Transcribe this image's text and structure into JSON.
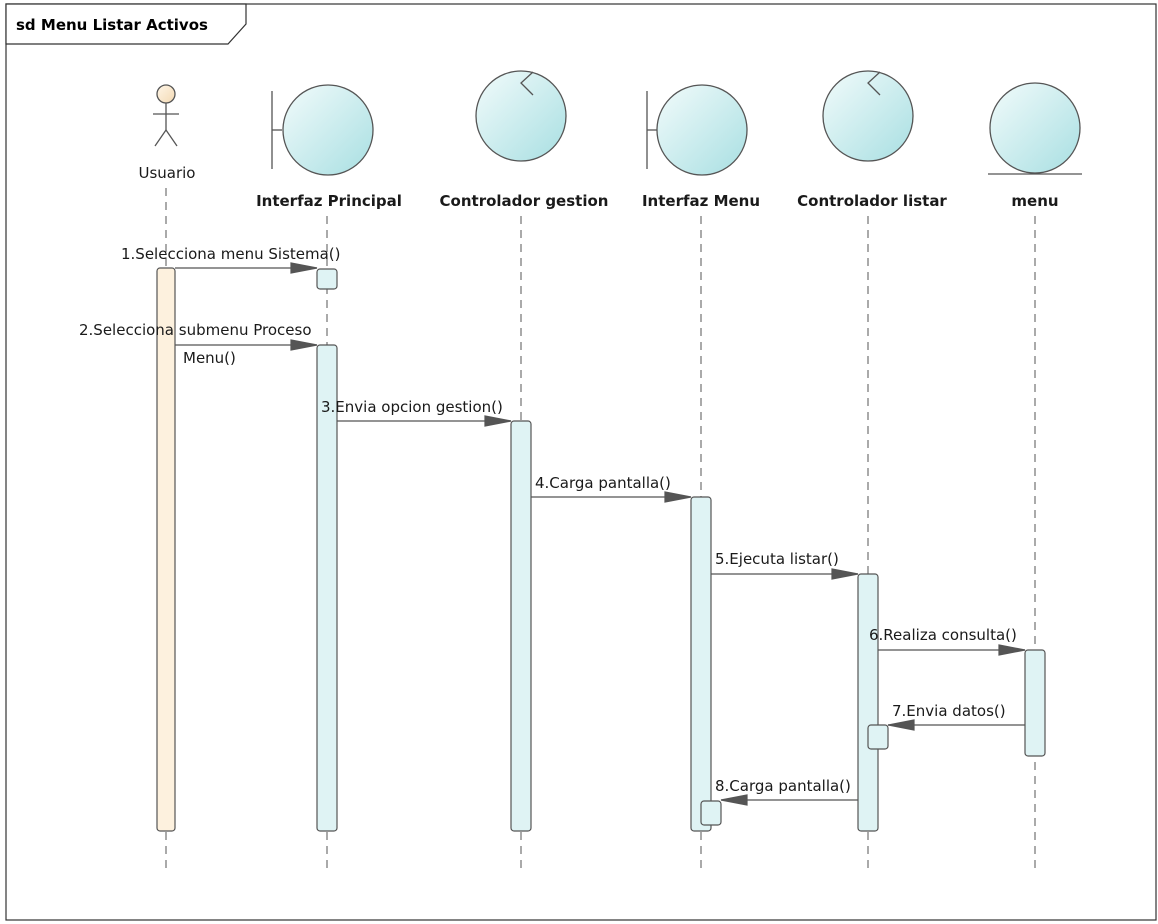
{
  "frame": {
    "title": "sd Menu Listar Activos"
  },
  "lifelines": [
    {
      "name": "Usuario",
      "kind": "actor"
    },
    {
      "name": "Interfaz Principal",
      "kind": "boundary"
    },
    {
      "name": "Controlador gestion",
      "kind": "control"
    },
    {
      "name": "Interfaz Menu",
      "kind": "boundary"
    },
    {
      "name": "Controlador listar",
      "kind": "control"
    },
    {
      "name": "menu",
      "kind": "entity"
    }
  ],
  "messages": [
    {
      "lines": [
        "1.Selecciona menu Sistema()"
      ],
      "from": 0,
      "to": 1
    },
    {
      "lines": [
        "2.Selecciona submenu Proceso",
        "Menu()"
      ],
      "from": 0,
      "to": 1
    },
    {
      "lines": [
        "3.Envia opcion gestion()"
      ],
      "from": 1,
      "to": 2
    },
    {
      "lines": [
        "4.Carga pantalla()"
      ],
      "from": 2,
      "to": 3
    },
    {
      "lines": [
        "5.Ejecuta listar()"
      ],
      "from": 3,
      "to": 4
    },
    {
      "lines": [
        "6.Realiza consulta()"
      ],
      "from": 4,
      "to": 5
    },
    {
      "lines": [
        "7.Envia datos()"
      ],
      "from": 5,
      "to": 4
    },
    {
      "lines": [
        "8.Carga pantalla()"
      ],
      "from": 4,
      "to": 3
    }
  ],
  "colors": {
    "actor_fill": "#fdf1de",
    "object_fill": "#dff3f4",
    "object_fill_dark": "#b8e4e6",
    "stroke": "#555555"
  }
}
